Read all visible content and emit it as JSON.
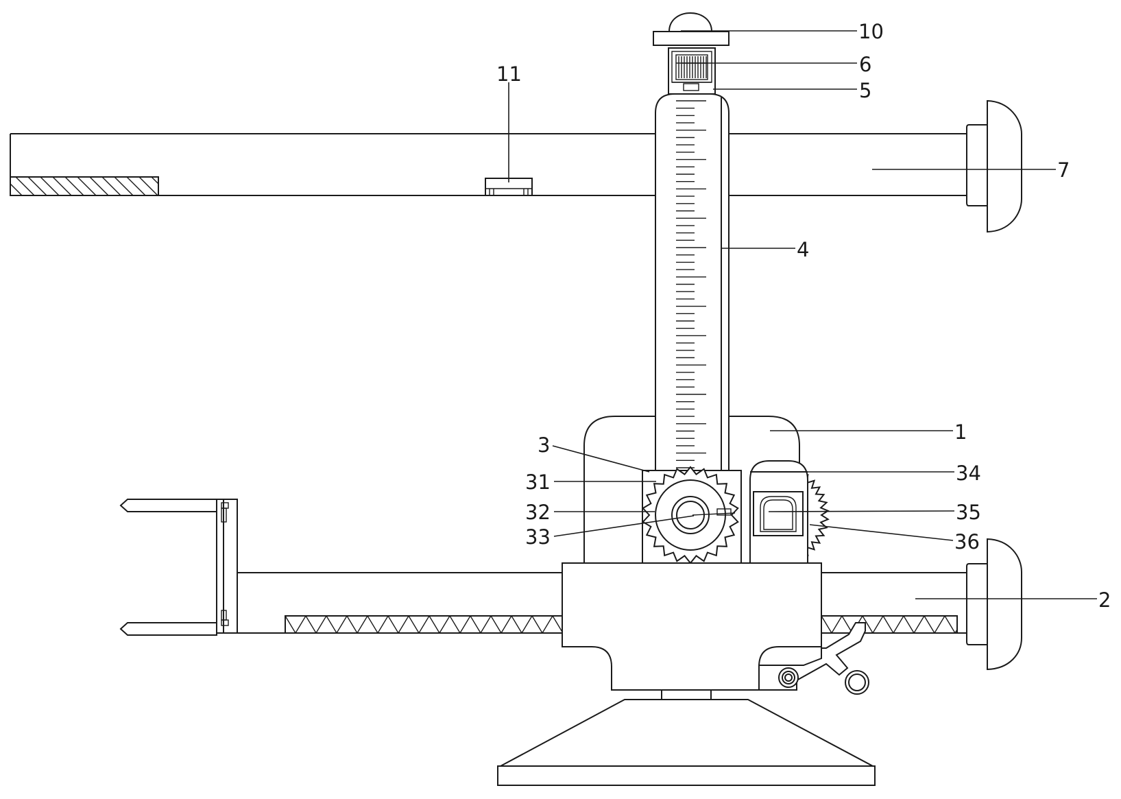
{
  "callouts": [
    {
      "id": "10",
      "label": "10"
    },
    {
      "id": "6",
      "label": "6"
    },
    {
      "id": "5",
      "label": "5"
    },
    {
      "id": "11",
      "label": "11"
    },
    {
      "id": "7",
      "label": "7"
    },
    {
      "id": "4",
      "label": "4"
    },
    {
      "id": "1",
      "label": "1"
    },
    {
      "id": "3",
      "label": "3"
    },
    {
      "id": "34",
      "label": "34"
    },
    {
      "id": "31",
      "label": "31"
    },
    {
      "id": "32",
      "label": "32"
    },
    {
      "id": "35",
      "label": "35"
    },
    {
      "id": "33",
      "label": "33"
    },
    {
      "id": "36",
      "label": "36"
    },
    {
      "id": "2",
      "label": "2"
    }
  ],
  "colors": {
    "line": "#1a1a1a",
    "background": "#ffffff"
  }
}
